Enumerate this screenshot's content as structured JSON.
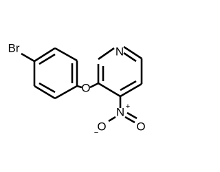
{
  "molecule": {
    "atoms": {
      "bromine": "Br",
      "ring_nitrogen": "N",
      "ether_oxygen": "O",
      "nitro_nitrogen": "N",
      "nitro_oxygen_top": "O",
      "nitro_oxygen_bottom": "O"
    },
    "charges": {
      "nitro_nitrogen": "+",
      "nitro_oxygen_minus": "−"
    }
  }
}
